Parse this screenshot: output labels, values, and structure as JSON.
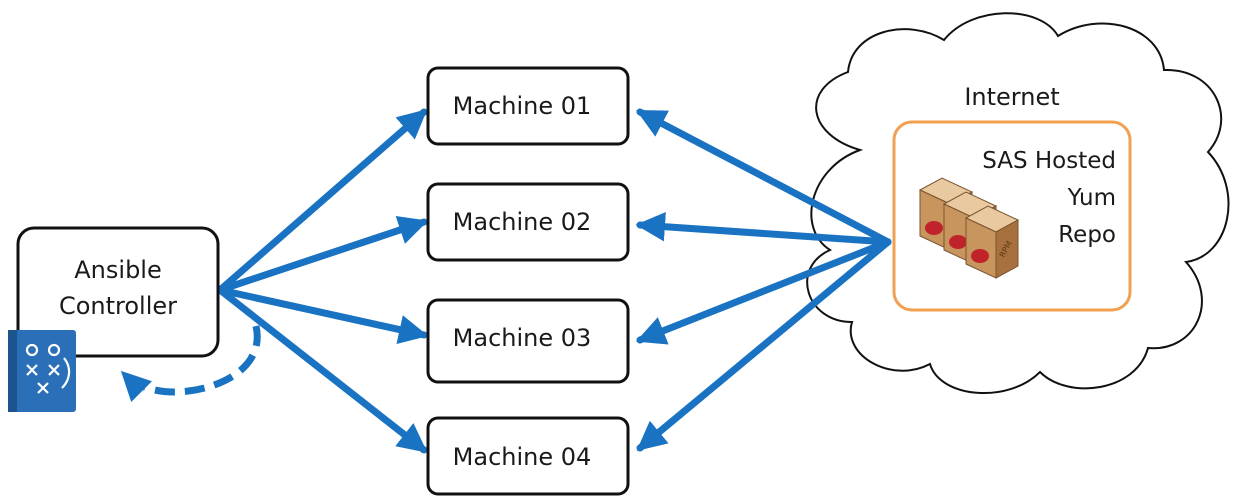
{
  "controller": {
    "line1": "Ansible",
    "line2": "Controller"
  },
  "machines": [
    {
      "label": "Machine 01"
    },
    {
      "label": "Machine 02"
    },
    {
      "label": "Machine 03"
    },
    {
      "label": "Machine 04"
    }
  ],
  "cloud": {
    "label": "Internet"
  },
  "repo": {
    "line1": "SAS Hosted",
    "line2": "Yum",
    "line3": "Repo",
    "package_label": "RPM"
  },
  "icons": {
    "playbook": "playbook-icon",
    "packages": "package-boxes-icon"
  },
  "colors": {
    "arrow": "#1a73c2",
    "repo_border": "#f0a050",
    "box_border": "#111111",
    "playbook": "#2a6fb8"
  }
}
